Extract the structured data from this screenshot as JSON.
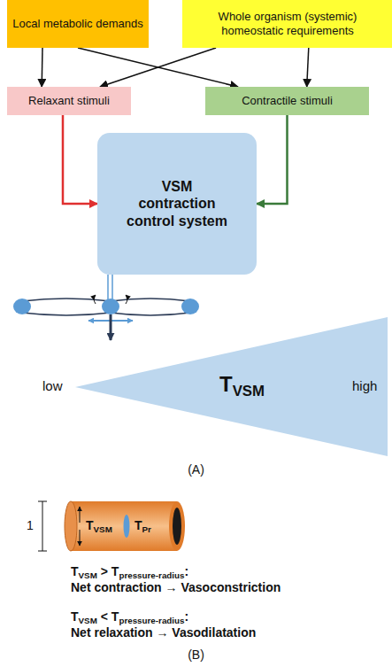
{
  "diagram": {
    "nodes": [
      {
        "text": [
          "Local metabolic demands"
        ]
      },
      {
        "text": [
          "Whole organism (systemic) homeostatic requirements"
        ]
      },
      {
        "text": [
          "Relaxant stimuli"
        ]
      },
      {
        "text": [
          "Contractile stimuli"
        ]
      },
      {
        "text": [
          "VSM contraction control system"
        ]
      }
    ],
    "edges": [
      {
        "from": 0,
        "to": 2,
        "arrow": "to"
      },
      {
        "from": 0,
        "to": 3,
        "arrow": "to"
      },
      {
        "from": 1,
        "to": 2,
        "arrow": "to"
      },
      {
        "from": 1,
        "to": 3,
        "arrow": "to"
      },
      {
        "from": 2,
        "to": 4,
        "arrow": "to"
      },
      {
        "from": 3,
        "to": 4,
        "arrow": "to"
      }
    ],
    "labels": [
      "low",
      "T",
      "VSM",
      "high",
      "(A)",
      "1",
      "T",
      "VSM",
      "T",
      "Pr",
      "T",
      "VSM",
      "> T",
      "pressure-radius",
      ":",
      "Net contraction → Vasoconstriction",
      "T",
      "VSM",
      "< T",
      "pressure-radius",
      ":",
      "Net relaxation → Vasodilatation",
      "(B)"
    ]
  }
}
